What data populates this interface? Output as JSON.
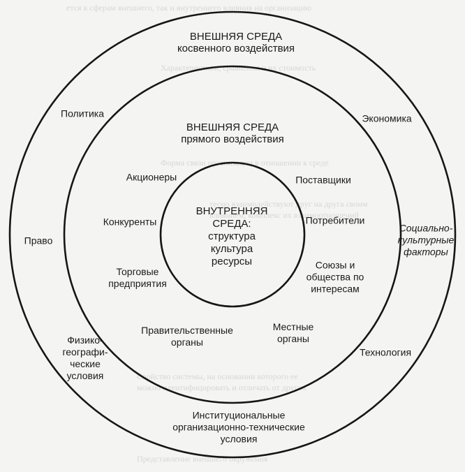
{
  "colors": {
    "ring": "#161616",
    "paper": "#f4f4f2",
    "text": "#1a1a1a"
  },
  "rings": [
    {
      "title": [
        "ВНЕШНЯЯ СРЕДА"
      ],
      "subtitle": "косвенного воздействия"
    },
    {
      "title": [
        "ВНЕШНЯЯ СРЕДА"
      ],
      "subtitle": "прямого воздействия"
    },
    {
      "title": [
        "ВНУТРЕННЯЯ",
        "СРЕДА:"
      ],
      "subtitle": "структура"
    }
  ],
  "inner_items": [
    "культура",
    "ресурсы"
  ],
  "direct_factors": {
    "shareholders": "Акционеры",
    "suppliers": "Поставщики",
    "competitors": "Конкуренты",
    "consumers": "Потребители",
    "trade": [
      "Торговые",
      "предприятия"
    ],
    "unions": [
      "Союзы и",
      "общества по",
      "интересам"
    ],
    "government": [
      "Правительственные",
      "органы"
    ],
    "local": [
      "Местные",
      "органы"
    ]
  },
  "indirect_factors": {
    "politics": "Политика",
    "economy": "Экономика",
    "law": "Право",
    "social": [
      "Социально-",
      "культурные",
      "факторы"
    ],
    "physgeo": [
      "Физико-",
      "географи-",
      "ческие",
      "условия"
    ],
    "technology": "Технология",
    "institutional": [
      "Институциональные",
      "организационно-технические",
      "условия"
    ]
  },
  "ghost_text": [
    "ется к сферам внешнего, так и внутреннего влияния на организацию",
    "Характеристики, сравнения и их стоимость",
    "Форма связи организации в отношении к среде",
    "тесно взаимодействуют друг на друга своим",
    "влиянием, комплекс их взаимоотношений",
    "Свойство системы, на основании которого ее",
    "можно идентифицировать и отличать от других",
    "Представление внешнего окружения"
  ]
}
